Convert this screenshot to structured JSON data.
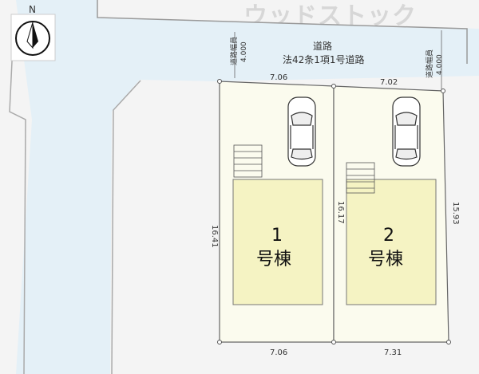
{
  "watermark": "ウッドストック",
  "compass": {
    "label": "N"
  },
  "road": {
    "line1": "道路",
    "line2": "法42条1項1号道路",
    "width_label": "道路幅員",
    "width_left": "4.000",
    "width_right": "4.000"
  },
  "lots": [
    {
      "number": "1",
      "building": "号棟",
      "top_dim": "7.06",
      "bottom_dim": "7.06",
      "side_dim": "16.41"
    },
    {
      "number": "2",
      "building": "号棟",
      "top_dim": "7.02",
      "bottom_dim": "7.31",
      "side_dim": "16.17"
    }
  ],
  "right_dim": "15.93",
  "colors": {
    "lot_fill": "#fbfbee",
    "building_fill": "#f5f3c3",
    "road_fill": "#e9f3f8",
    "boundary": "#666666"
  },
  "icons": [
    "compass-icon",
    "car-icon",
    "stairs-icon"
  ]
}
